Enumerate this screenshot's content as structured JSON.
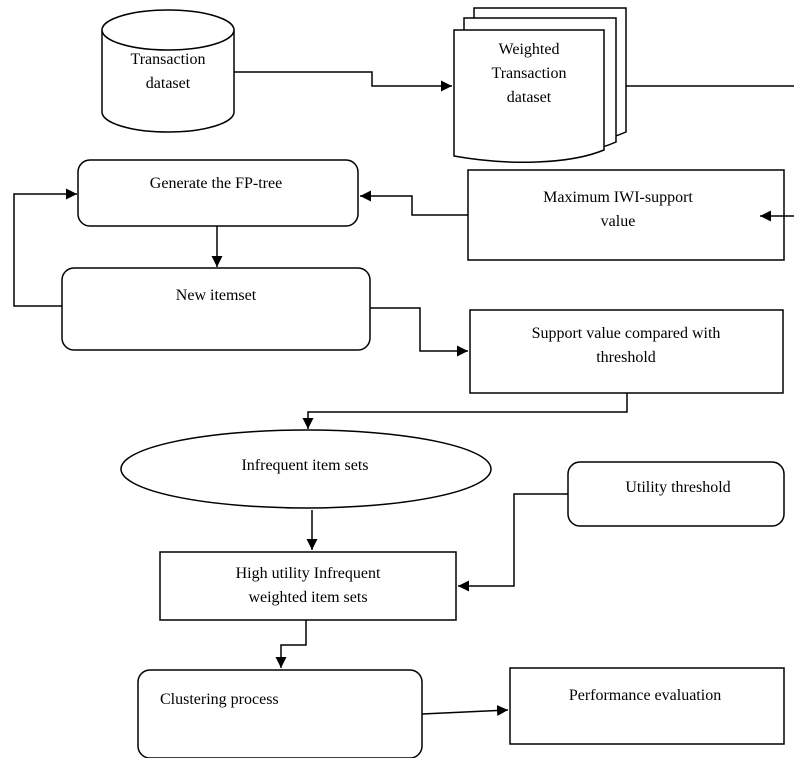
{
  "nodes": {
    "transaction_dataset": "Transaction\ndataset",
    "weighted_transaction_dataset": "Weighted\nTransaction\ndataset",
    "generate_fp_tree": "Generate the FP-tree",
    "maximum_iwi_support": "Maximum IWI-support\nvalue",
    "new_itemset": "New itemset",
    "support_value_compared": "Support value compared with\nthreshold",
    "infrequent_item_sets": "Infrequent item sets",
    "utility_threshold": "Utility threshold",
    "high_utility_infrequent": "High utility Infrequent\nweighted item sets",
    "clustering_process": "Clustering process",
    "performance_evaluation": "Performance evaluation"
  },
  "colors": {
    "stroke": "#000000",
    "fill": "#ffffff",
    "text": "#000000"
  }
}
